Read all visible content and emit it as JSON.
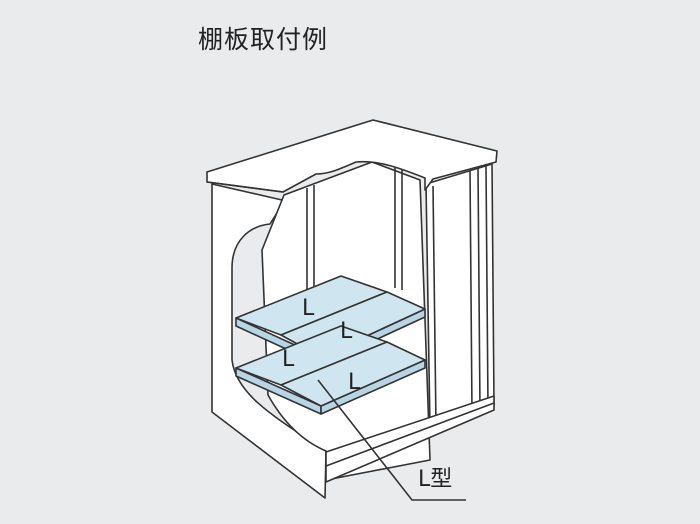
{
  "title": "棚板取付例",
  "shelf_letter": "L",
  "callout": "L型",
  "colors": {
    "background": "#e9ebed",
    "cabinet_fill": "#ffffff",
    "line": "#333333",
    "shelf_fill": "#cfe6f1"
  }
}
